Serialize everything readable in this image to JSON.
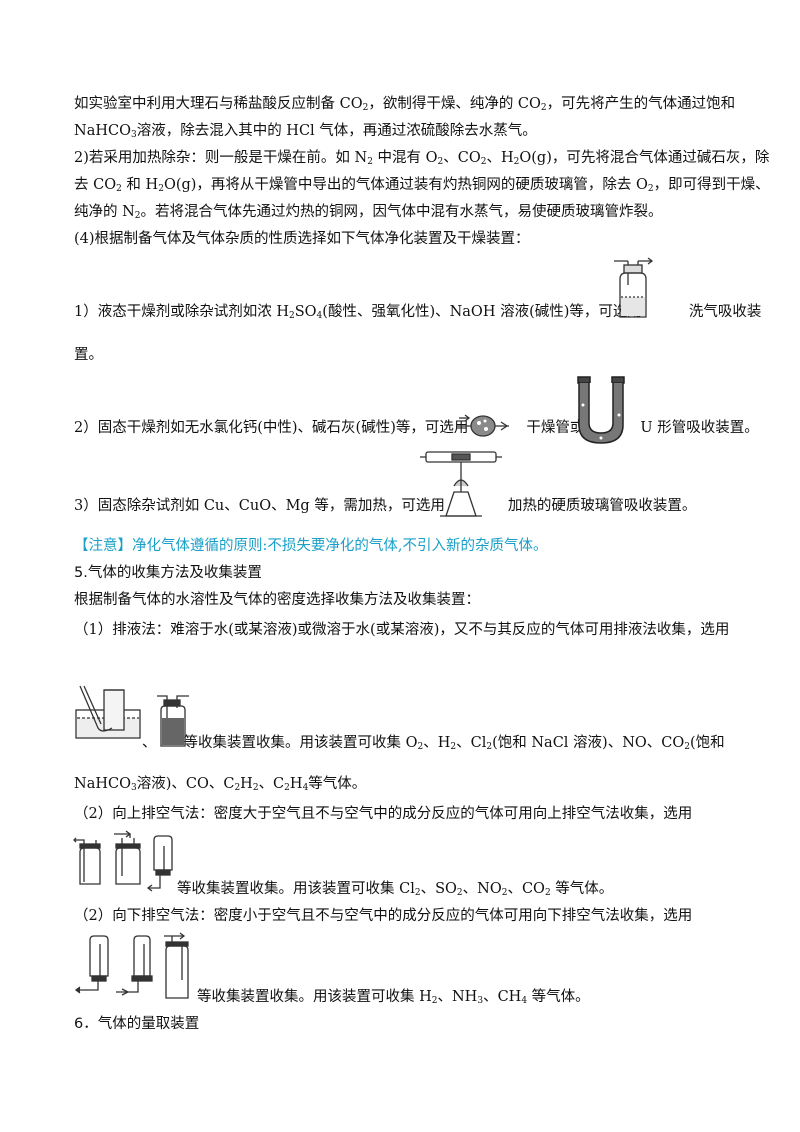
{
  "p1": {
    "t1": "如实验室中利用大理石与稀盐酸反应制备 CO",
    "s1": "2",
    "t2": "，欲制得干燥、纯净的 CO",
    "s2": "2",
    "t3": "，可先将产生的气体通过饱和"
  },
  "p2": {
    "t1": "NaHCO",
    "s1": "3",
    "t2": "溶液，除去混入其中的 HCl 气体，再通过浓硫酸除去水蒸气。"
  },
  "p3": {
    "t1": "2)若采用加热除杂：则一般是干燥在前。如 N",
    "s1": "2",
    "t2": " 中混有 O",
    "s2": "2",
    "t3": "、CO",
    "s3": "2",
    "t4": "、H",
    "s4": "2",
    "t5": "O(g)，可先将混合气体通过碱石灰，除"
  },
  "p4": {
    "t1": "去 CO",
    "s1": "2",
    "t2": " 和 H",
    "s2": "2",
    "t3": "O(g)，再将从干燥管中导出的气体通过装有灼热铜网的硬质玻璃管，除去 O",
    "s3": "2",
    "t4": "，即可得到干燥、"
  },
  "p5": {
    "t1": "纯净的 N",
    "s1": "2",
    "t2": "。若将混合气体先通过灼热的铜网，因气体中混有水蒸气，易使硬质玻璃管炸裂。"
  },
  "p6": {
    "t1": "(4)根据制备气体及气体杂质的性质选择如下气体净化装置及干燥装置："
  },
  "p7": {
    "t1": "1）液态干燥剂或除杂试剂如浓 H",
    "s1": "2",
    "t2": "SO",
    "s2": "4",
    "t3": "(酸性、强氧化性)、NaOH 溶液(碱性)等，可选用",
    "t4": "洗气吸收装"
  },
  "p8": {
    "t1": "置。"
  },
  "p9": {
    "t1": "2）固态干燥剂如无水氯化钙(中性)、碱石灰(碱性)等，可选用",
    "t2": "干燥管或",
    "t3": "U 形管吸收装置。"
  },
  "p10": {
    "t1": "3）固态除杂试剂如 Cu、CuO、Mg 等，需加热，可选用",
    "t2": "加热的硬质玻璃管吸收装置。"
  },
  "note": {
    "t1": "【注意】净化气体遵循的原则:不损失要净化的气体,不引入新的杂质气体。"
  },
  "h5": {
    "t1": "5.气体的收集方法及收集装置"
  },
  "p11": {
    "t1": "根据制备气体的水溶性及气体的密度选择收集方法及收集装置："
  },
  "p12": {
    "t1": "（1）排液法：难溶于水(或某溶液)或微溶于水(或某溶液)，又不与其反应的气体可用排液法收集，选用"
  },
  "p13": {
    "t0": "、",
    "t1": "等收集装置收集。用该装置可收集 O",
    "s1": "2",
    "t2": "、H",
    "s2": "2",
    "t3": "、Cl",
    "s3": "2",
    "t4": "(饱和 NaCl 溶液)、NO、CO",
    "s4": "2",
    "t5": "(饱和"
  },
  "p14": {
    "t1": "NaHCO",
    "s1": "3",
    "t2": "溶液)、CO、C",
    "s2": "2",
    "t3": "H",
    "s3": "2",
    "t4": "、C",
    "s4": "2",
    "t5": "H",
    "s5": "4",
    "t6": "等气体。"
  },
  "p15": {
    "t1": "（2）向上排空气法：密度大于空气且不与空气中的成分反应的气体可用向上排空气法收集，选用"
  },
  "p16": {
    "t1": "等收集装置收集。用该装置可收集 Cl",
    "s1": "2",
    "t2": "、SO",
    "s2": "2",
    "t3": "、NO",
    "s3": "2",
    "t4": "、CO",
    "s4": "2",
    "t5": " 等气体。"
  },
  "p17": {
    "t1": "（2）向下排空气法：密度小于空气且不与空气中的成分反应的气体可用向下排空气法收集，选用"
  },
  "p18": {
    "t1": "等收集装置收集。用该装置可收集 H",
    "s1": "2",
    "t2": "、NH",
    "s2": "3",
    "t3": "、CH",
    "s3": "4",
    "t4": " 等气体。"
  },
  "h6": {
    "t1": "6．气体的量取装置"
  },
  "colors": {
    "text": "#111111",
    "note": "#1aa0c8"
  },
  "icons": [
    "gas-washing-bottle-icon",
    "drying-tube-icon",
    "u-tube-icon",
    "hard-glass-tube-heating-icon",
    "water-trough-collection-icon",
    "liquid-displacement-bottle-icon",
    "upward-air-displacement-icons",
    "downward-air-displacement-icons"
  ]
}
